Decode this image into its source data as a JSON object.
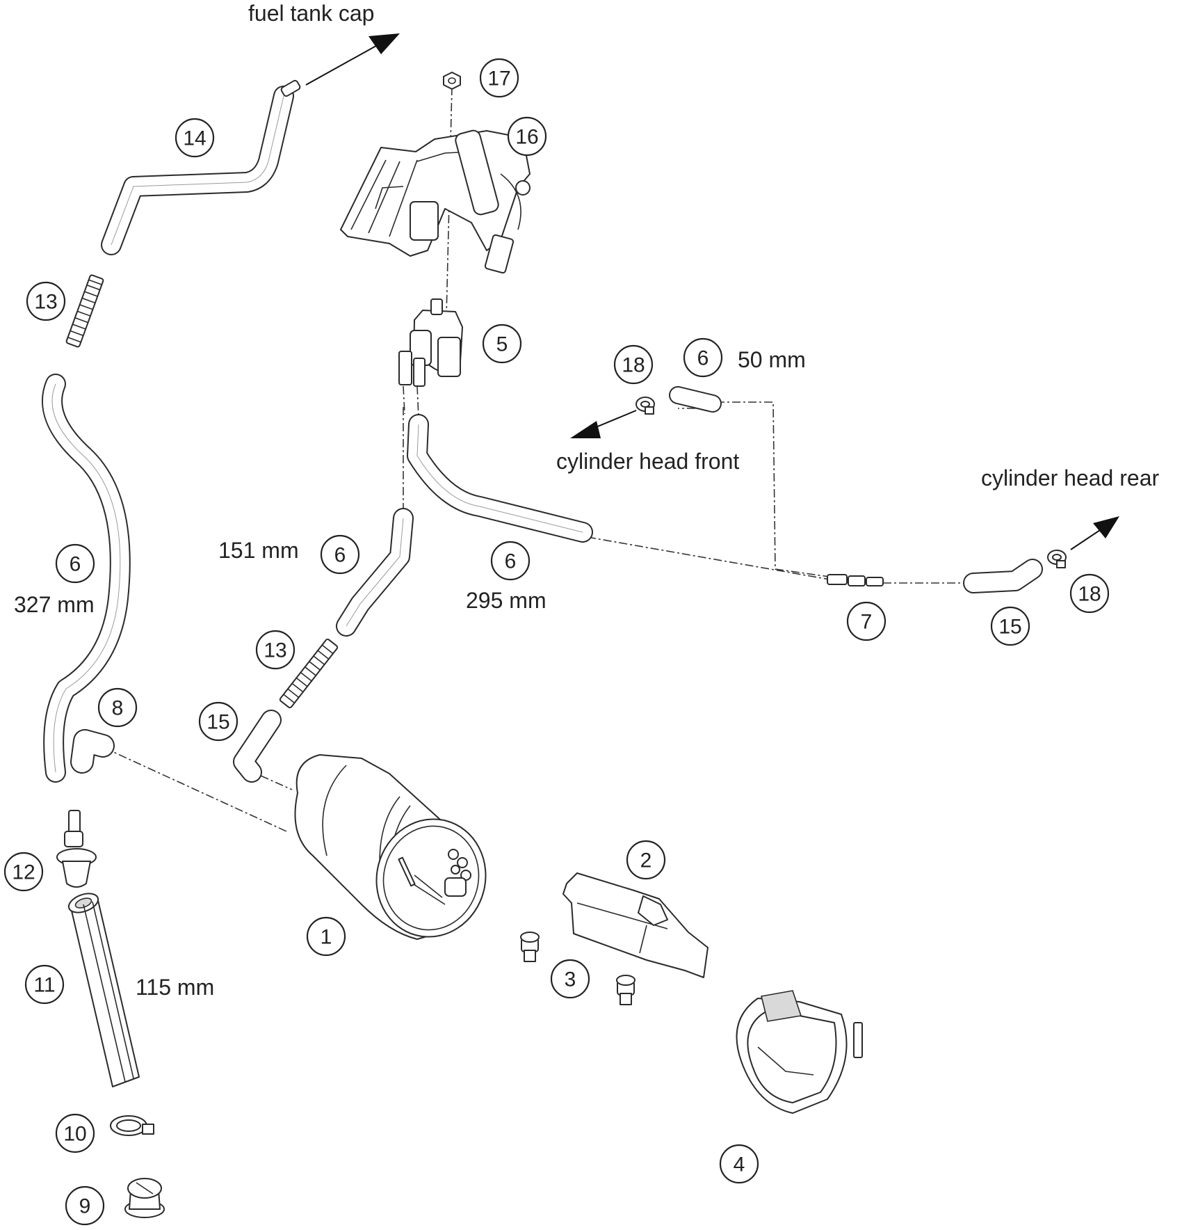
{
  "labels": {
    "fuel_tank_cap": "fuel tank cap",
    "cylinder_head_front": "cylinder head front",
    "cylinder_head_rear": "cylinder head rear",
    "len_327": "327 mm",
    "len_151": "151 mm",
    "len_295": "295 mm",
    "len_50": "50 mm",
    "len_115": "115 mm"
  },
  "callouts": {
    "c1": "1",
    "c2": "2",
    "c3": "3",
    "c4": "4",
    "c5": "5",
    "c6_upper": "6",
    "c6_left": "6",
    "c6_mid": "6",
    "c6_right": "6",
    "c7": "7",
    "c8": "8",
    "c9": "9",
    "c10": "10",
    "c11": "11",
    "c12": "12",
    "c13_upper": "13",
    "c13_lower": "13",
    "c14": "14",
    "c15_left": "15",
    "c15_right": "15",
    "c16": "16",
    "c17": "17",
    "c18_left": "18",
    "c18_right": "18"
  }
}
